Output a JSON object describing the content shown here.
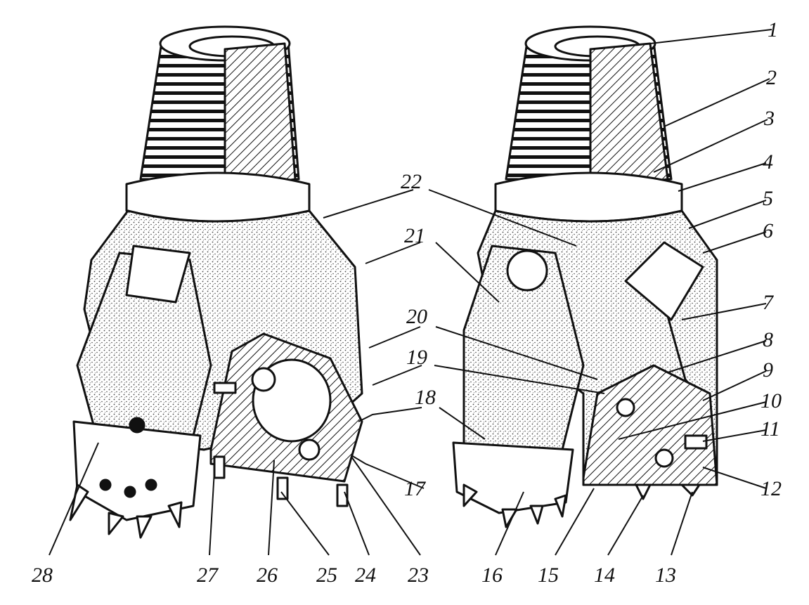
{
  "figure": {
    "ink_color": "#111111",
    "stipple_color": "#555555",
    "paper_color": "#ffffff"
  },
  "callouts": [
    {
      "id": "1",
      "text": "1"
    },
    {
      "id": "2",
      "text": "2"
    },
    {
      "id": "3",
      "text": "3"
    },
    {
      "id": "4",
      "text": "4"
    },
    {
      "id": "5",
      "text": "5"
    },
    {
      "id": "6",
      "text": "6"
    },
    {
      "id": "7",
      "text": "7"
    },
    {
      "id": "8",
      "text": "8"
    },
    {
      "id": "9",
      "text": "9"
    },
    {
      "id": "10",
      "text": "10"
    },
    {
      "id": "11",
      "text": "11"
    },
    {
      "id": "12",
      "text": "12"
    },
    {
      "id": "13",
      "text": "13"
    },
    {
      "id": "14",
      "text": "14"
    },
    {
      "id": "15",
      "text": "15"
    },
    {
      "id": "16",
      "text": "16"
    },
    {
      "id": "17",
      "text": "17"
    },
    {
      "id": "18",
      "text": "18"
    },
    {
      "id": "19",
      "text": "19"
    },
    {
      "id": "20",
      "text": "20"
    },
    {
      "id": "21",
      "text": "21"
    },
    {
      "id": "22",
      "text": "22"
    },
    {
      "id": "23",
      "text": "23"
    },
    {
      "id": "24",
      "text": "24"
    },
    {
      "id": "25",
      "text": "25"
    },
    {
      "id": "26",
      "text": "26"
    },
    {
      "id": "27",
      "text": "27"
    },
    {
      "id": "28",
      "text": "28"
    }
  ]
}
